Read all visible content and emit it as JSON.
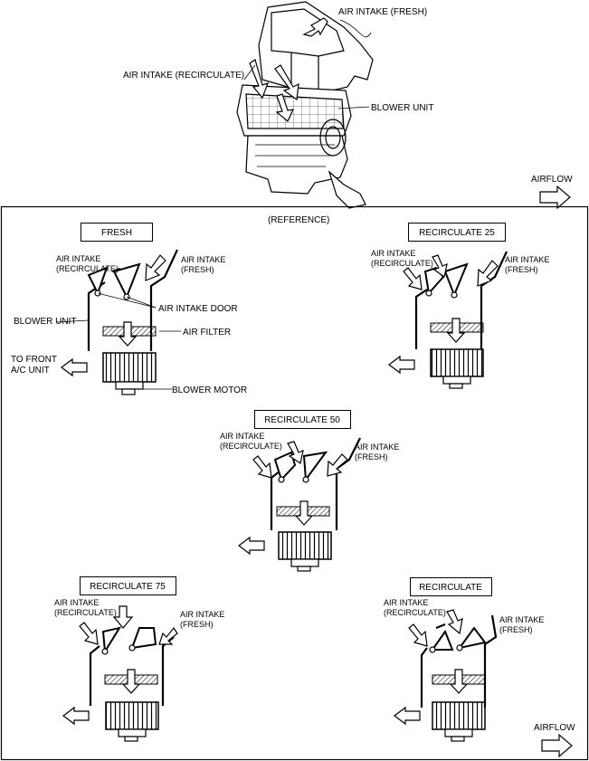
{
  "top": {
    "air_intake_fresh": "AIR INTAKE (FRESH)",
    "air_intake_recirculate": "AIR INTAKE (RECIRCULATE)",
    "blower_unit": "BLOWER UNIT",
    "airflow": "AIRFLOW"
  },
  "reference": "(REFERENCE)",
  "panels": {
    "fresh": {
      "title": "FRESH",
      "intake_recirc_1": "AIR INTAKE",
      "intake_recirc_2": "(RECIRCULATE)",
      "intake_fresh_1": "AIR INTAKE",
      "intake_fresh_2": "(FRESH)",
      "air_intake_door": "AIR INTAKE DOOR",
      "blower_unit": "BLOWER UNIT",
      "air_filter": "AIR FILTER",
      "to_front_1": "TO FRONT",
      "to_front_2": "A/C UNIT",
      "blower_motor": "BLOWER MOTOR"
    },
    "recirculate_25": {
      "title": "RECIRCULATE 25",
      "intake_recirc_1": "AIR INTAKE",
      "intake_recirc_2": "(RECIRCULATE)",
      "intake_fresh_1": "AIR INTAKE",
      "intake_fresh_2": "(FRESH)"
    },
    "recirculate_50": {
      "title": "RECIRCULATE 50",
      "intake_recirc_1": "AIR INTAKE",
      "intake_recirc_2": "(RECIRCULATE)",
      "intake_fresh_1": "AIR INTAKE",
      "intake_fresh_2": "(FRESH)"
    },
    "recirculate_75": {
      "title": "RECIRCULATE 75",
      "intake_recirc_1": "AIR INTAKE",
      "intake_recirc_2": "(RECIRCULATE)",
      "intake_fresh_1": "AIR INTAKE",
      "intake_fresh_2": "(FRESH)"
    },
    "recirculate": {
      "title": "RECIRCULATE",
      "intake_recirc_1": "AIR INTAKE",
      "intake_recirc_2": "(RECIRCULATE)",
      "intake_fresh_1": "AIR INTAKE",
      "intake_fresh_2": "(FRESH)"
    }
  },
  "bottom": {
    "airflow": "AIRFLOW"
  }
}
